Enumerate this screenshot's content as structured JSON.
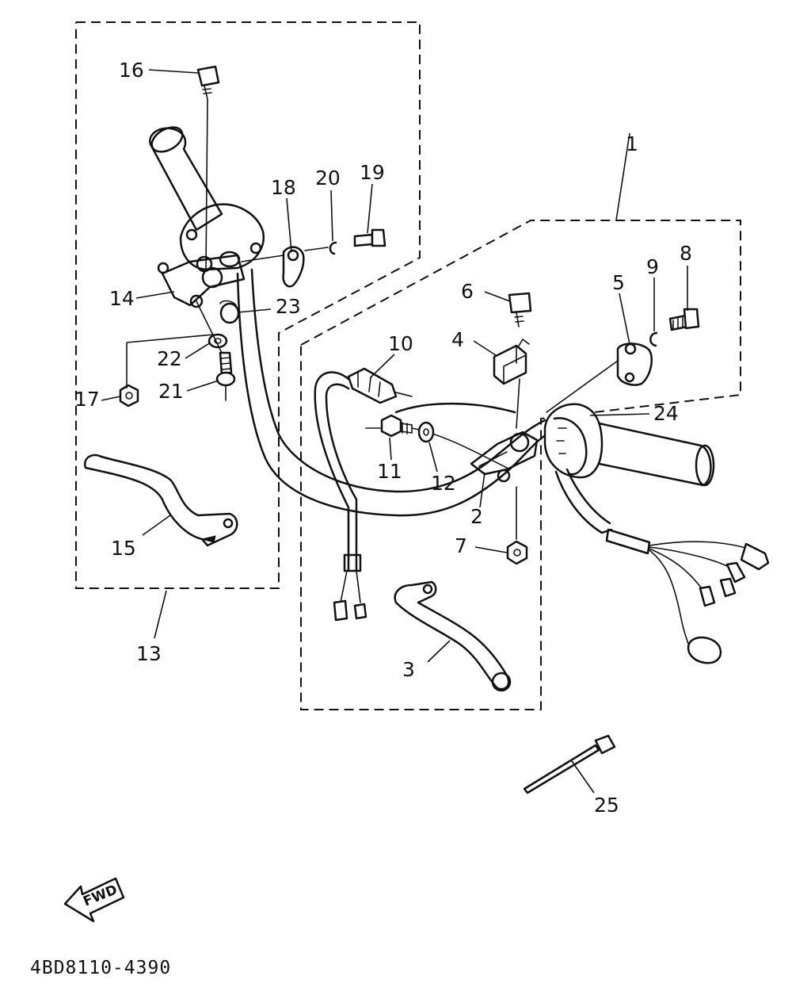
{
  "diagram": {
    "code": "4BD8110-4390",
    "fwd_label": "FWD",
    "callouts": {
      "c1": "1",
      "c2": "2",
      "c3": "3",
      "c4": "4",
      "c5": "5",
      "c6": "6",
      "c7": "7",
      "c8": "8",
      "c9": "9",
      "c10": "10",
      "c11": "11",
      "c12": "12",
      "c13": "13",
      "c14": "14",
      "c15": "15",
      "c16": "16",
      "c17": "17",
      "c18": "18",
      "c19": "19",
      "c20": "20",
      "c21": "21",
      "c22": "22",
      "c23": "23",
      "c24": "24",
      "c25": "25"
    }
  }
}
